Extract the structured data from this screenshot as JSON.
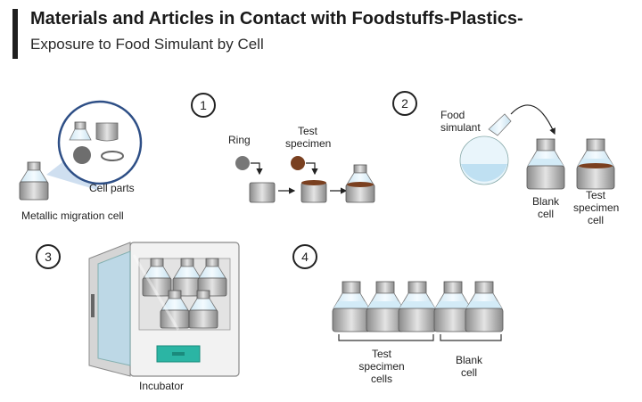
{
  "header": {
    "title": "Materials and Articles in Contact with Foodstuffs-Plastics-",
    "subtitle": "Exposure to Food Simulant by Cell"
  },
  "intro": {
    "cell_parts_label": "Cell parts",
    "cell_label": "Metallic migration cell"
  },
  "step1": {
    "number": "1",
    "ring_label": "Ring",
    "test_specimen_label_line1": "Test",
    "test_specimen_label_line2": "specimen"
  },
  "step2": {
    "number": "2",
    "food_simulant_line1": "Food",
    "food_simulant_line2": "simulant",
    "blank_cell_line1": "Blank",
    "blank_cell_line2": "cell",
    "test_cell_line1": "Test",
    "test_cell_line2": "specimen",
    "test_cell_line3": "cell"
  },
  "step3": {
    "number": "3",
    "incubator_label": "Incubator"
  },
  "step4": {
    "number": "4",
    "test_cells_line1": "Test",
    "test_cells_line2": "specimen",
    "test_cells_line3": "cells",
    "blank_cell_line1": "Blank",
    "blank_cell_line2": "cell"
  },
  "colors": {
    "specimen_brown": "#7a4020",
    "ring_gray": "#777777",
    "simulant_blue": "#bfe0f2",
    "incubator_teal": "#2bb5a4"
  }
}
